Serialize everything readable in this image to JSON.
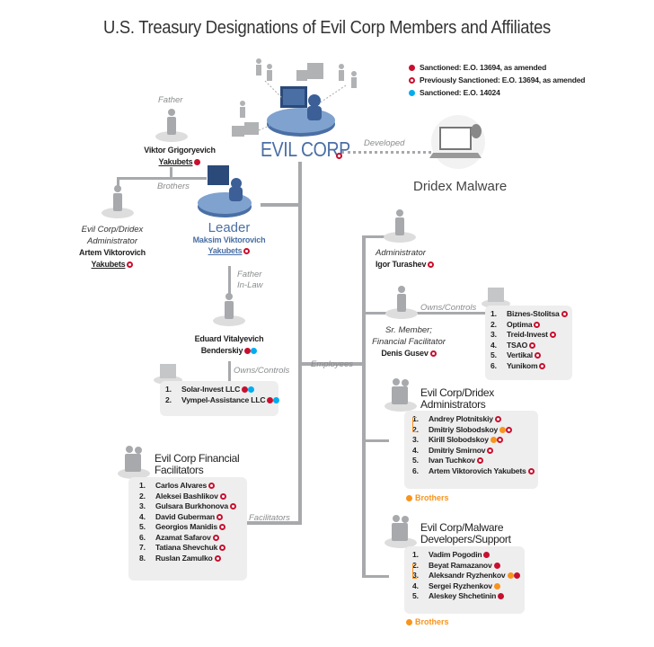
{
  "title": "U.S. Treasury Designations of Evil Corp Members and Affiliates",
  "legend": [
    {
      "label": "Sanctioned: E.O. 13694, as amended",
      "marker": "sanctioned"
    },
    {
      "label": "Previously Sanctioned: E.O. 13694, as amended",
      "marker": "previous"
    },
    {
      "label": "Sanctioned: E.O. 14024",
      "marker": "eo14024"
    }
  ],
  "colors": {
    "sanctioned": "#c8102e",
    "eo14024": "#00aeef",
    "brothers": "#f7941d",
    "brand": "#4a6fa5"
  },
  "evil_corp": {
    "label": "EVIL CORP",
    "marker": "previous"
  },
  "developed_label": "Developed",
  "dridex": {
    "label": "Dridex Malware"
  },
  "father": {
    "relation": "Father",
    "name1": "Viktor Grigoryevich",
    "name2": "Yakubets"
  },
  "brothers_label": "Brothers",
  "artem": {
    "role1": "Evil Corp/Dridex",
    "role2": "Administrator",
    "name1": "Artem Viktorovich",
    "name2": "Yakubets"
  },
  "leader": {
    "label": "Leader",
    "name1": "Maksim Viktorovich",
    "name2": "Yakubets"
  },
  "father_in_law": {
    "rel1": "Father",
    "rel2": "In-Law",
    "name1": "Eduard Vitalyevich",
    "name2": "Benderskiy"
  },
  "owns_controls": "Owns/Controls",
  "bender_companies": [
    {
      "n": "1.",
      "name": "Solar-Invest LLC",
      "markers": [
        "sanctioned",
        "eo14024"
      ]
    },
    {
      "n": "2.",
      "name": "Vympel-Assistance LLC",
      "markers": [
        "sanctioned",
        "eo14024"
      ]
    }
  ],
  "employees_label": "Employees",
  "facilitators_label": "Facilitators",
  "administrator": {
    "role": "Administrator",
    "name": "Igor Turashev"
  },
  "gusev": {
    "role1": "Sr. Member;",
    "role2": "Financial Facilitator",
    "name": "Denis Gusev"
  },
  "gusev_companies": [
    {
      "n": "1.",
      "name": "Biznes-Stolitsa",
      "markers": [
        "previous"
      ]
    },
    {
      "n": "2.",
      "name": "Optima",
      "markers": [
        "previous"
      ]
    },
    {
      "n": "3.",
      "name": "Treid-Invest",
      "markers": [
        "previous"
      ]
    },
    {
      "n": "4.",
      "name": "TSAO",
      "markers": [
        "previous"
      ]
    },
    {
      "n": "5.",
      "name": "Vertikal",
      "markers": [
        "previous"
      ]
    },
    {
      "n": "6.",
      "name": "Yunikom",
      "markers": [
        "previous"
      ]
    }
  ],
  "admins": {
    "title1": "Evil Corp/Dridex",
    "title2": "Administrators",
    "brothers": "Brothers",
    "members": [
      {
        "n": "1.",
        "name": "Andrey Plotnitskiy",
        "markers": [
          "previous"
        ]
      },
      {
        "n": "2.",
        "name": "Dmitriy Slobodskoy",
        "markers": [
          "brothers",
          "previous"
        ]
      },
      {
        "n": "3.",
        "name": "Kirill Slobodskoy",
        "markers": [
          "brothers",
          "previous"
        ]
      },
      {
        "n": "4.",
        "name": "Dmitriy Smirnov",
        "markers": [
          "previous"
        ]
      },
      {
        "n": "5.",
        "name": "Ivan Tuchkov",
        "markers": [
          "previous"
        ]
      },
      {
        "n": "6.",
        "name": "Artem Viktorovich Yakubets",
        "markers": [
          "previous"
        ]
      }
    ]
  },
  "malware": {
    "title1": "Evil Corp/Malware",
    "title2": "Developers/Support",
    "brothers": "Brothers",
    "members": [
      {
        "n": "1.",
        "name": "Vadim Pogodin",
        "markers": [
          "sanctioned"
        ]
      },
      {
        "n": "2.",
        "name": "Beyat Ramazanov",
        "markers": [
          "sanctioned"
        ]
      },
      {
        "n": "3.",
        "name": "Aleksandr Ryzhenkov",
        "markers": [
          "brothers",
          "sanctioned"
        ]
      },
      {
        "n": "4.",
        "name": "Sergei Ryzhenkov",
        "markers": [
          "brothers"
        ]
      },
      {
        "n": "5.",
        "name": "Aleskey Shchetinin",
        "markers": [
          "sanctioned"
        ]
      }
    ]
  },
  "financial": {
    "title1": "Evil Corp Financial",
    "title2": "Facilitators",
    "members": [
      {
        "n": "1.",
        "name": "Carlos Alvares",
        "markers": [
          "previous"
        ]
      },
      {
        "n": "2.",
        "name": "Aleksei Bashlikov",
        "markers": [
          "previous"
        ]
      },
      {
        "n": "3.",
        "name": "Gulsara Burkhonova",
        "markers": [
          "previous"
        ]
      },
      {
        "n": "4.",
        "name": "David Guberman",
        "markers": [
          "previous"
        ]
      },
      {
        "n": "5.",
        "name": "Georgios Manidis",
        "markers": [
          "previous"
        ]
      },
      {
        "n": "6.",
        "name": "Azamat Safarov",
        "markers": [
          "previous"
        ]
      },
      {
        "n": "7.",
        "name": "Tatiana Shevchuk",
        "markers": [
          "previous"
        ]
      },
      {
        "n": "8.",
        "name": "Ruslan Zamulko",
        "markers": [
          "previous"
        ]
      }
    ]
  }
}
